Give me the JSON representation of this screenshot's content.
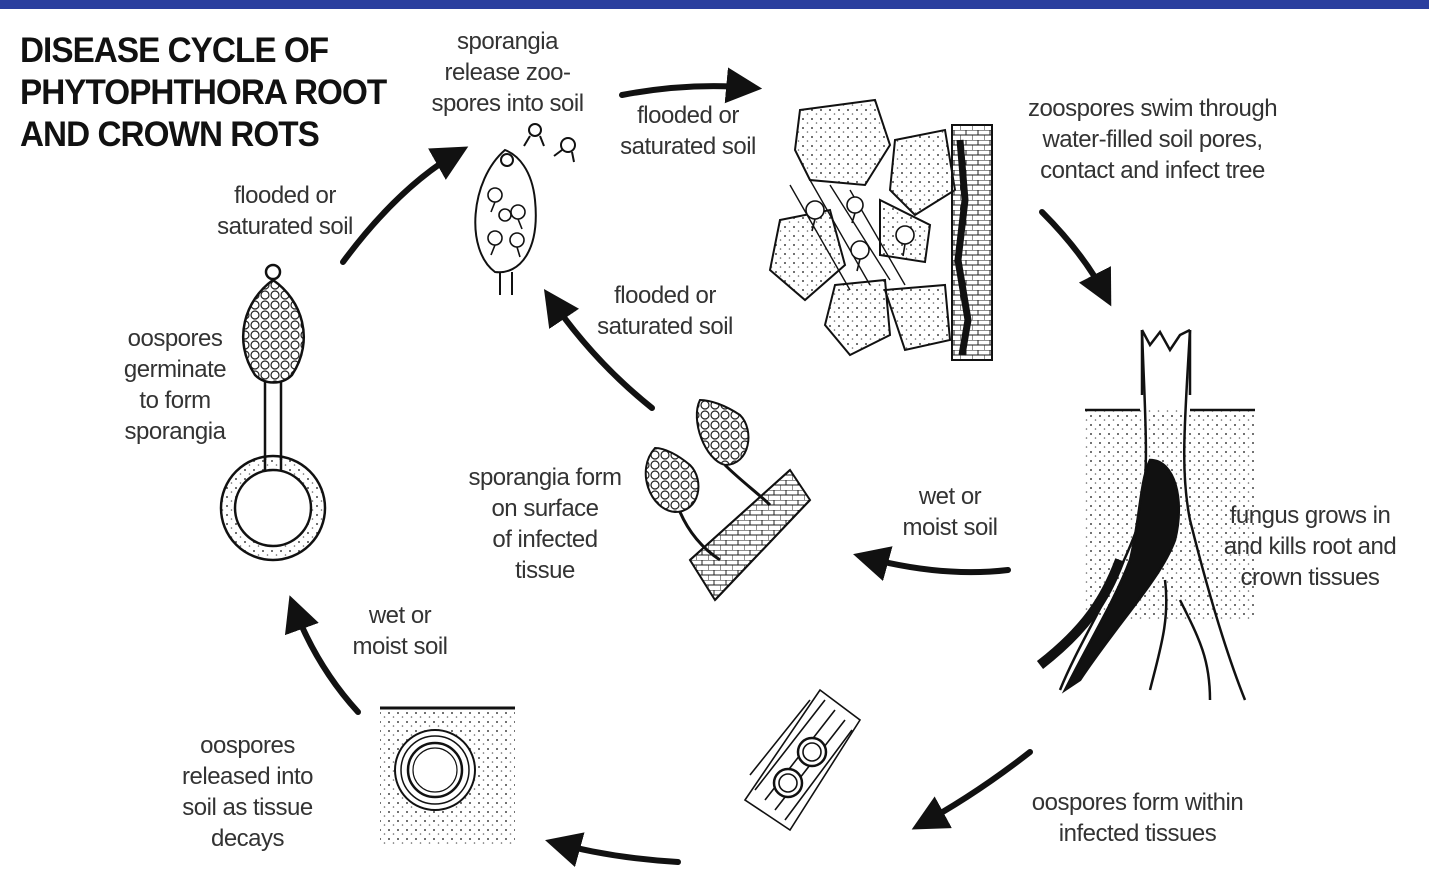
{
  "title": [
    "DISEASE CYCLE OF",
    "PHYTOPHTHORA ROOT",
    "AND CROWN ROTS"
  ],
  "labels": {
    "sporangia_release": [
      "sporangia",
      "release zoo-",
      "spores into soil"
    ],
    "flooded_top": [
      "flooded or",
      "saturated soil"
    ],
    "zoospores_swim": [
      "zoospores swim through",
      "water-filled soil pores,",
      "contact and infect tree"
    ],
    "flooded_left": [
      "flooded or",
      "saturated soil"
    ],
    "flooded_center": [
      "flooded or",
      "saturated soil"
    ],
    "oospores_germinate": [
      "oospores",
      "germinate",
      "to form",
      "sporangia"
    ],
    "sporangia_form": [
      "sporangia form",
      "on surface",
      "of infected",
      "tissue"
    ],
    "wet_moist_right": [
      "wet or",
      "moist soil"
    ],
    "fungus_grows": [
      "fungus grows in",
      "and kills root and",
      "crown tissues"
    ],
    "wet_moist_left": [
      "wet or",
      "moist soil"
    ],
    "oospores_released": [
      "oospores",
      "released into",
      "soil as tissue",
      "decays"
    ],
    "oospores_form": [
      "oospores form within",
      "infected tissues"
    ]
  },
  "colors": {
    "top_bar": "#2b3f9e",
    "ink": "#111111"
  }
}
